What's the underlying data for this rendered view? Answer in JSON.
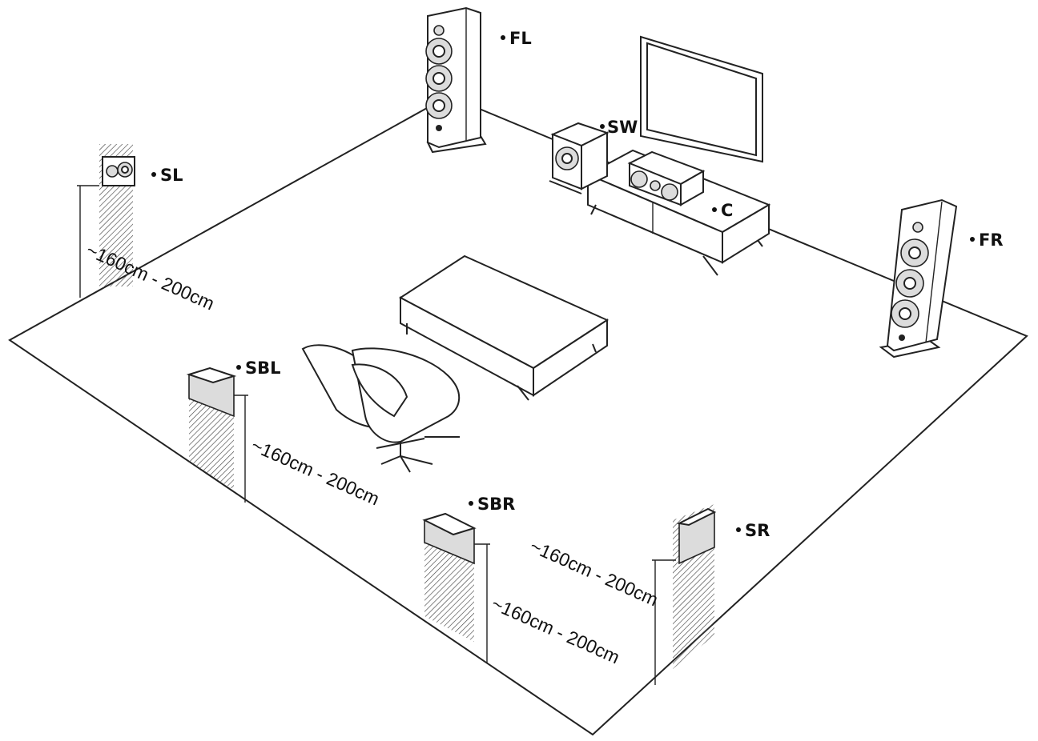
{
  "labels": {
    "fl": "FL",
    "fr": "FR",
    "c": "C",
    "sw": "SW",
    "sl": "SL",
    "sr": "SR",
    "sbl": "SBL",
    "sbr": "SBR"
  },
  "measurements": {
    "sl": "~160cm - 200cm",
    "sbl": "~160cm - 200cm",
    "sbr": "~160cm - 200cm",
    "sr": "~160cm - 200cm"
  },
  "colors": {
    "line": "#222222",
    "background": "#ffffff"
  }
}
